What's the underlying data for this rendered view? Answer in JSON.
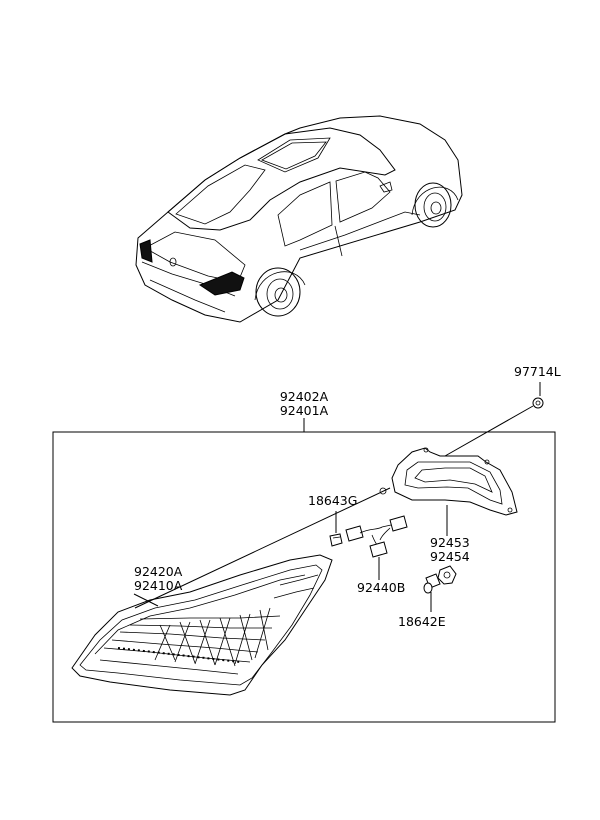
{
  "parts": {
    "housing_assy": [
      "92402A",
      "92401A"
    ],
    "screw": "97714L",
    "socket_bulb": "18643G",
    "lens": [
      "92420A",
      "92410A"
    ],
    "gasket": [
      "92453",
      "92454"
    ],
    "harness": "92440B",
    "bulb": "18642E"
  }
}
